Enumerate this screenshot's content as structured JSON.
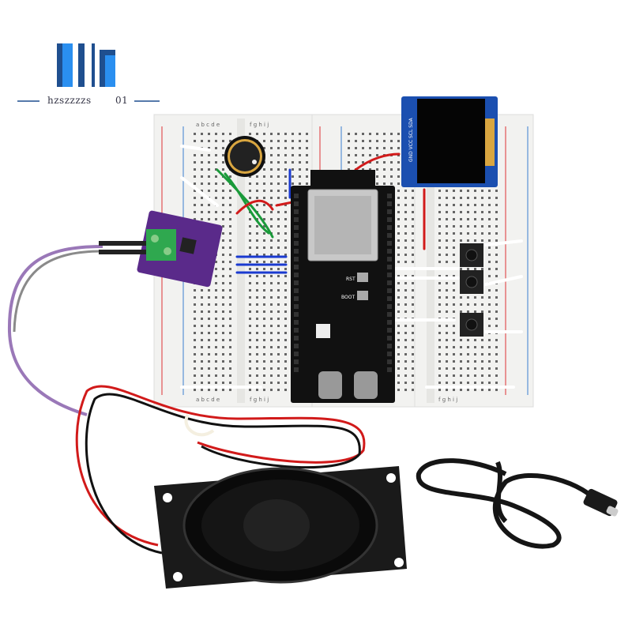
{
  "logo": {
    "brand": "hzszzzzs",
    "number": "01",
    "colors": {
      "dark": "#1f4f8f",
      "light": "#2a8ff0"
    }
  },
  "breadboard": {
    "row_labels_left": "a b c d e",
    "row_labels_right": "f g h i j"
  },
  "oled": {
    "pin_labels": "GND VCC SCL SDA"
  },
  "esp32": {
    "button_labels": [
      "RST",
      "BOOT"
    ]
  },
  "colors": {
    "breadboard": "#f2f2f0",
    "esp32_board": "#111111",
    "oled_board": "#1b4fb0",
    "module_purple": "#5a2a8a",
    "terminal_green": "#2fa84f",
    "wire_red": "#d11a1a",
    "wire_purple": "#9a78b8"
  }
}
